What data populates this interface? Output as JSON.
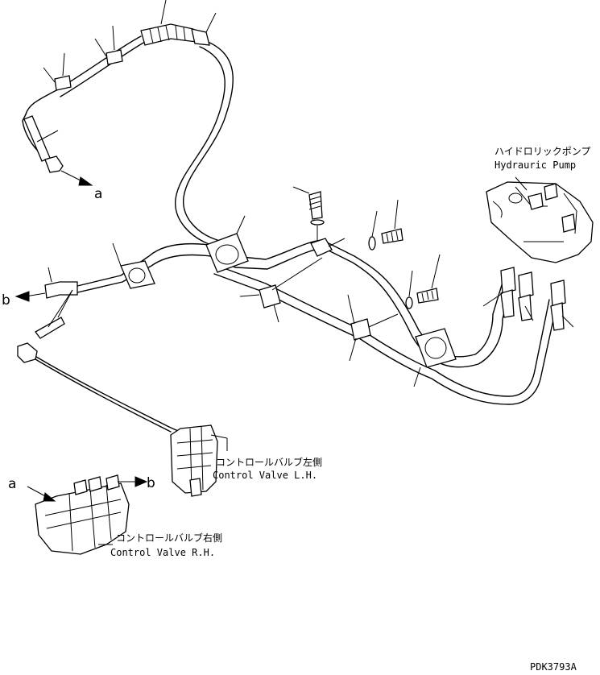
{
  "labels": {
    "pump_jp": "ハイドロリックポンプ",
    "pump_en": "Hydrauric Pump",
    "cv_left_jp": "コントロールバルブ左側",
    "cv_left_en": "Control Valve L.H.",
    "cv_right_jp": "コントロールバルブ右側",
    "cv_right_en": "Control Valve R.H.",
    "port_a": "a",
    "port_b": "b",
    "port_a2": "a",
    "port_b2": "b",
    "drawing_code": "PDK3793A"
  }
}
